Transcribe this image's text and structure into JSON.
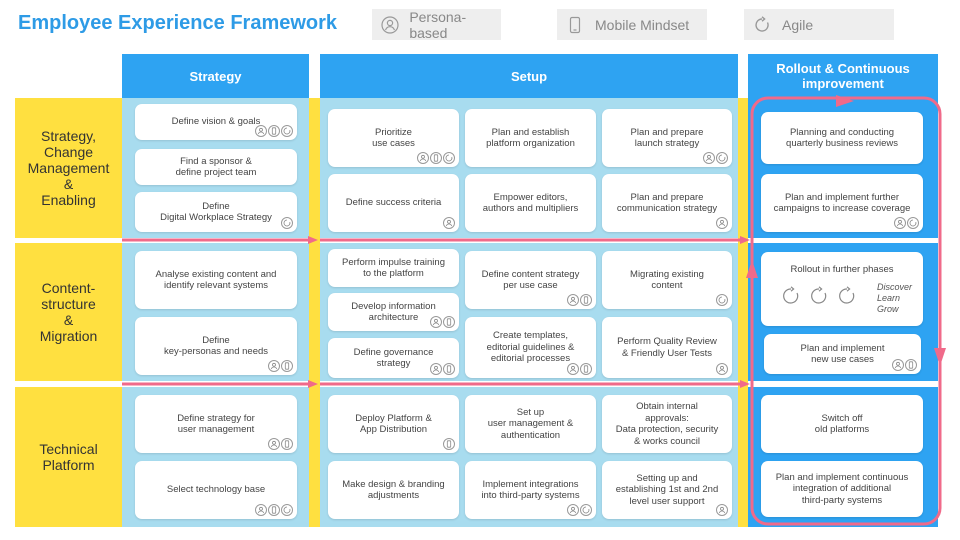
{
  "title": "Employee Experience Framework",
  "legend": [
    {
      "label": "Persona-based",
      "icon": "person-icon"
    },
    {
      "label": "Mobile Mindset",
      "icon": "mobile-icon"
    },
    {
      "label": "Agile",
      "icon": "cycle-icon"
    }
  ],
  "columns": {
    "strategy": "Strategy",
    "setup": "Setup",
    "rollout": "Rollout & Continuous\nimprovement"
  },
  "rows": [
    {
      "label": "Strategy,\nChange\nManagement\n&\nEnabling"
    },
    {
      "label": "Content-\nstructure\n&\nMigration"
    },
    {
      "label": "Technical\nPlatform"
    }
  ],
  "cards": {
    "r1_strategy": [
      "Define vision & goals",
      "Find a sponsor &\ndefine project team",
      "Define\nDigital Workplace Strategy"
    ],
    "r1_setup": [
      "Prioritize\nuse cases",
      "Plan and establish\nplatform organization",
      "Plan and prepare\nlaunch strategy",
      "Define success criteria",
      "Empower editors,\nauthors and multipliers",
      "Plan and prepare\ncommunication strategy"
    ],
    "r1_rollout": [
      "Planning and conducting\nquarterly business reviews",
      "Plan and implement further\ncampaigns to increase coverage"
    ],
    "r2_strategy": [
      "Analyse existing content and\nidentify relevant systems",
      "Define\nkey-personas and needs"
    ],
    "r2_setup": [
      "Perform impulse training\nto the platform",
      "Develop information\narchitecture",
      "Define governance\nstrategy",
      "Define content strategy\nper use case",
      "Create templates,\neditorial guidelines &\neditorial processes",
      "Migrating existing\ncontent",
      "Perform Quality Review\n& Friendly User Tests"
    ],
    "r2_rollout": [
      "Rollout in further phases",
      "Plan and implement\nnew use cases"
    ],
    "r2_rollout_discover": "Discover\nLearn\nGrow",
    "r3_strategy": [
      "Define strategy for\nuser management",
      "Select technology base"
    ],
    "r3_setup": [
      "Deploy Platform &\nApp Distribution",
      "Set up\nuser management &\nauthentication",
      "Obtain internal\napprovals:\nData protection, security\n& works council",
      "Make design & branding\nadjustments",
      "Implement integrations\ninto third-party systems",
      "Setting up and\nestablishing 1st and 2nd\nlevel user support"
    ],
    "r3_rollout": [
      "Switch off\nold platforms",
      "Plan and implement continuous\nintegration of additional\nthird-party systems"
    ]
  },
  "colors": {
    "header_blue": "#2ea3f2",
    "light_blue": "#a8dcef",
    "yellow": "#ffe040",
    "arrow_pink": "#f06a8a",
    "title_blue": "#2e9be6"
  }
}
